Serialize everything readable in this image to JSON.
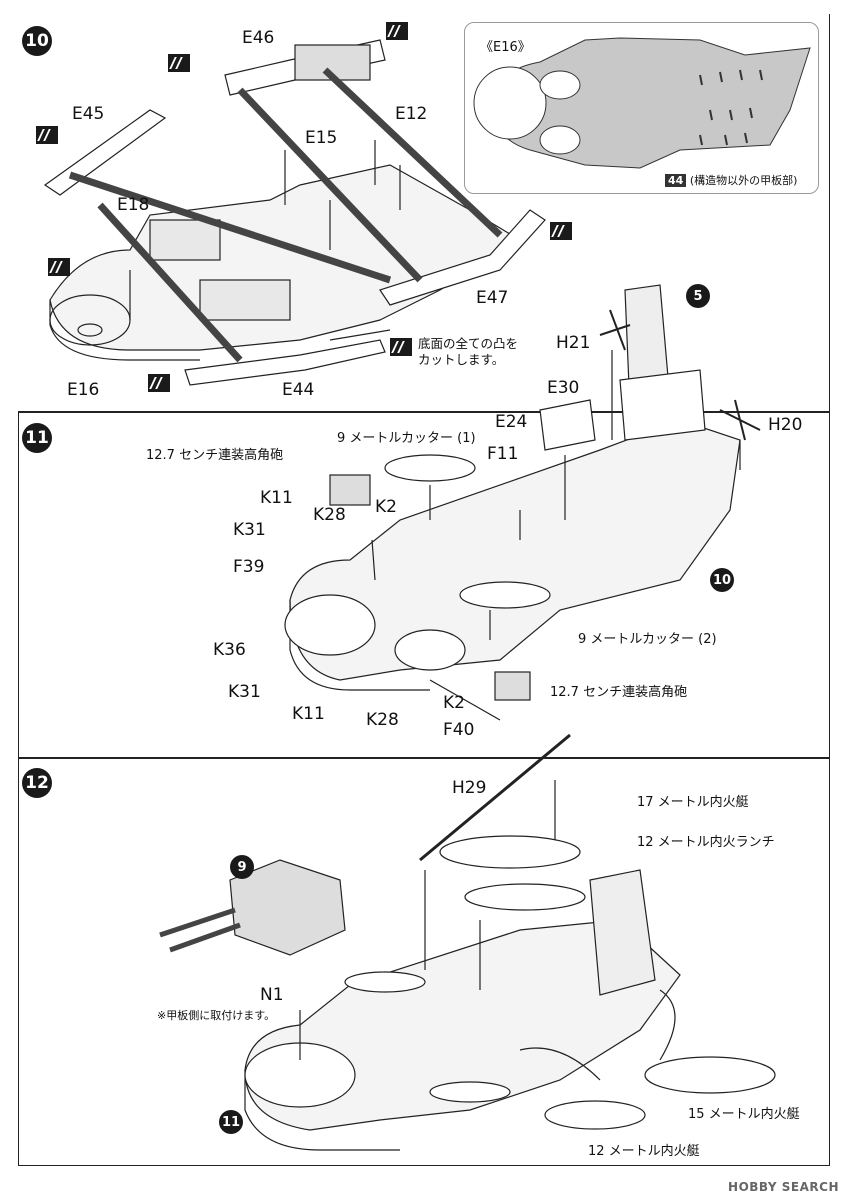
{
  "steps": {
    "s10": {
      "number": "10",
      "labels": {
        "e46": "E46",
        "e45": "E45",
        "e12": "E12",
        "e15": "E15",
        "e18": "E18",
        "e47": "E47",
        "e16": "E16",
        "e44": "E44"
      },
      "note": "底面の全ての凸を\nカットします。",
      "inset": {
        "title": "《E16》",
        "note_num": "44",
        "note_text": "(構造物以外の甲板部)"
      }
    },
    "s11": {
      "number": "11",
      "labels": {
        "aa_gun_top": "12.7 センチ連装高角砲",
        "cutter1": "9 メートルカッター (1)",
        "k11a": "K11",
        "k28a": "K28",
        "k2a": "K2",
        "k31a": "K31",
        "f39": "F39",
        "k36": "K36",
        "k31b": "K31",
        "k11b": "K11",
        "k28b": "K28",
        "k2b": "K2",
        "f40": "F40",
        "e24": "E24",
        "f11": "F11",
        "e30": "E30",
        "h21": "H21",
        "h20": "H20",
        "cutter2": "9 メートルカッター (2)",
        "aa_gun_bottom": "12.7 センチ連装高角砲"
      },
      "ref_step_5": "5",
      "ref_step_10": "10"
    },
    "s12": {
      "number": "12",
      "labels": {
        "h29": "H29",
        "boat17": "17 メートル内火艇",
        "launch12": "12 メートル内火ランチ",
        "n1": "N1",
        "deck_note": "※甲板側に取付けます。",
        "boat15": "15 メートル内火艇",
        "boat12": "12 メートル内火艇"
      },
      "ref_step_9": "9",
      "ref_step_11": "11"
    }
  },
  "watermark": "HOBBY SEARCH"
}
